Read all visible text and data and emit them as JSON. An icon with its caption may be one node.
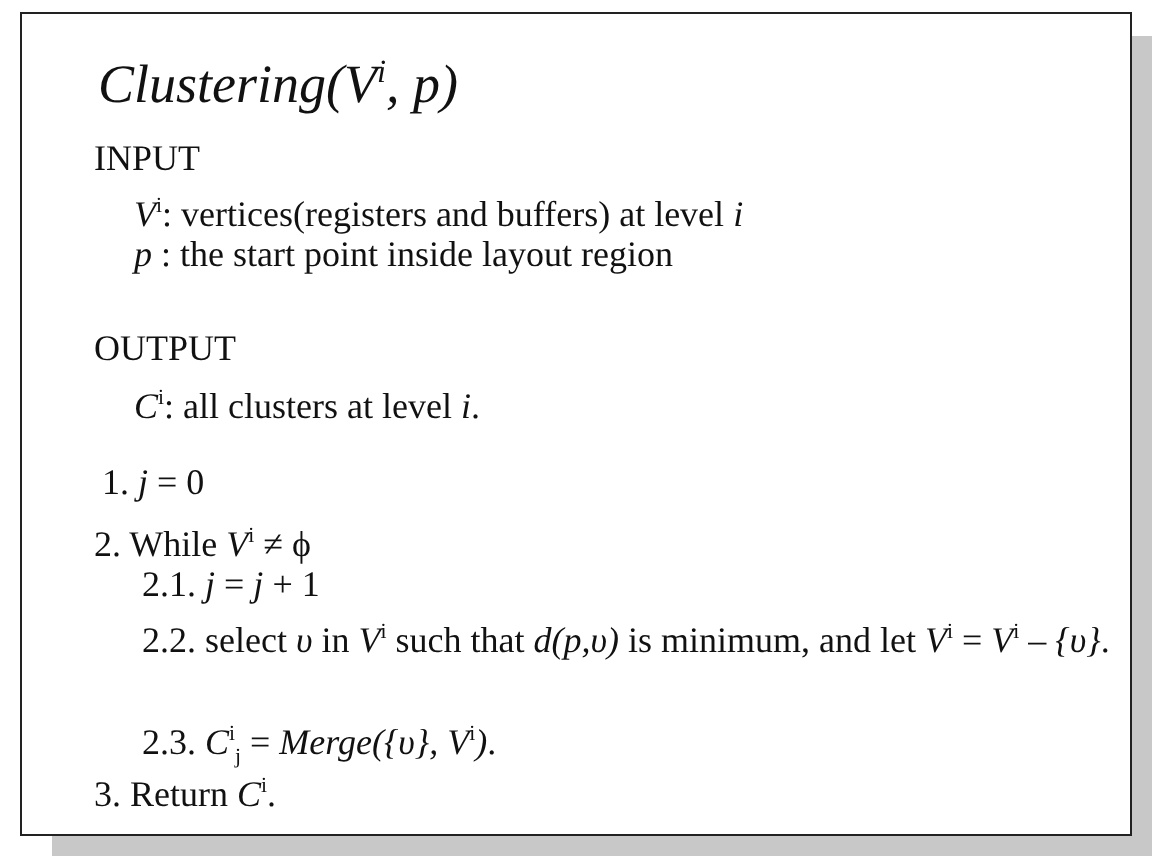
{
  "diagram": {
    "title": "Clustering(*V*$^{i}$, *p*)",
    "labels": [
      "INPUT",
      "*V*$^{i}$: vertices(registers and buffers) at level *i*",
      "*p* : the start point inside layout region",
      "OUTPUT",
      "*C*$^{i}$: all clusters at level *i*.",
      "1. *j* = 0",
      "2. While *V*$^{i}$ ≠ ϕ",
      "2.1. *j* = *j* + 1",
      "2.2. select *υ* in *V*$^{i}$ such that *d(p,υ)* is minimum, and let *V*$^{i}$ = *V*$^{i}$ – *{υ}*.",
      "2.3. *C*$^{i}$$_{j}$ = *Merge({υ}, V*$^{i}$*)*.",
      "3. Return *C*$^{i}$."
    ]
  }
}
